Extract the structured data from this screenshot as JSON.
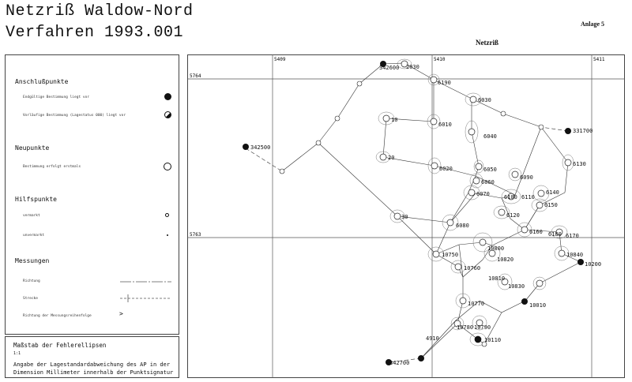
{
  "header": {
    "title_line1": "Netzriß Waldow-Nord",
    "title_line2": "Verfahren 1993.001",
    "anlage": "Anlage 5",
    "diagram_title": "Netzriß"
  },
  "legend": {
    "anschluss_heading": "Anschlußpunkte",
    "anschluss_final": "Endgültige Bestimmung liegt vor",
    "anschluss_prelim": "Vorläufige Bestimmung (Lagestatus 000) liegt vor",
    "neu_heading": "Neupunkte",
    "neu_item": "Bestimmung erfolgt erstmals",
    "hilfs_heading": "Hilfspunkte",
    "hilfs_marked": "vermarkt",
    "hilfs_unmarked": "unvermarkt",
    "mess_heading": "Messungen",
    "mess_richtung": "Richtung",
    "mess_strecke": "Strecke",
    "mess_order": "Richtung der Messungsreihenfolge",
    "mess_order_symbol": ">"
  },
  "scale_box": {
    "heading": "Maßstab der Fehlerellipsen",
    "ratio": "1:1",
    "note": "Angabe der Lagestandardabweichung des AP in der Dimension Millimeter innerhalb der Punktsignatur"
  },
  "grid_labels": {
    "x1": "5409",
    "x2": "5410",
    "x3": "5411",
    "y1": "5764",
    "y2": "5763"
  },
  "points": {
    "p342600": "342600",
    "p342500": "342500",
    "p342700": "342700",
    "p331700": "331700",
    "p10200": "10200",
    "p10010": "10010",
    "p10110": "10110",
    "p2030": "2030",
    "p6190": "6190",
    "p6030": "6030",
    "p6010": "6010",
    "p10": "10",
    "p6040": "6040",
    "p20": "20",
    "p6020": "6020",
    "p6050": "6050",
    "p6090": "6090",
    "p6130": "6130",
    "p6060": "6060",
    "p6070": "6070",
    "p6100": "6100",
    "p6110": "6110",
    "p6140": "6140",
    "p6150": "6150",
    "p6120": "6120",
    "p30": "30",
    "p6080": "6080",
    "p6160": "6160",
    "p6180": "6180",
    "p6170": "6170",
    "p10750": "10750",
    "p10800": "10800",
    "p10820": "10820",
    "p10840": "10840",
    "p10760": "10760",
    "p10810": "10810",
    "p10830": "10830",
    "p10770": "10770",
    "p10780": "10780",
    "p10790": "10790",
    "p4910": "4910"
  }
}
